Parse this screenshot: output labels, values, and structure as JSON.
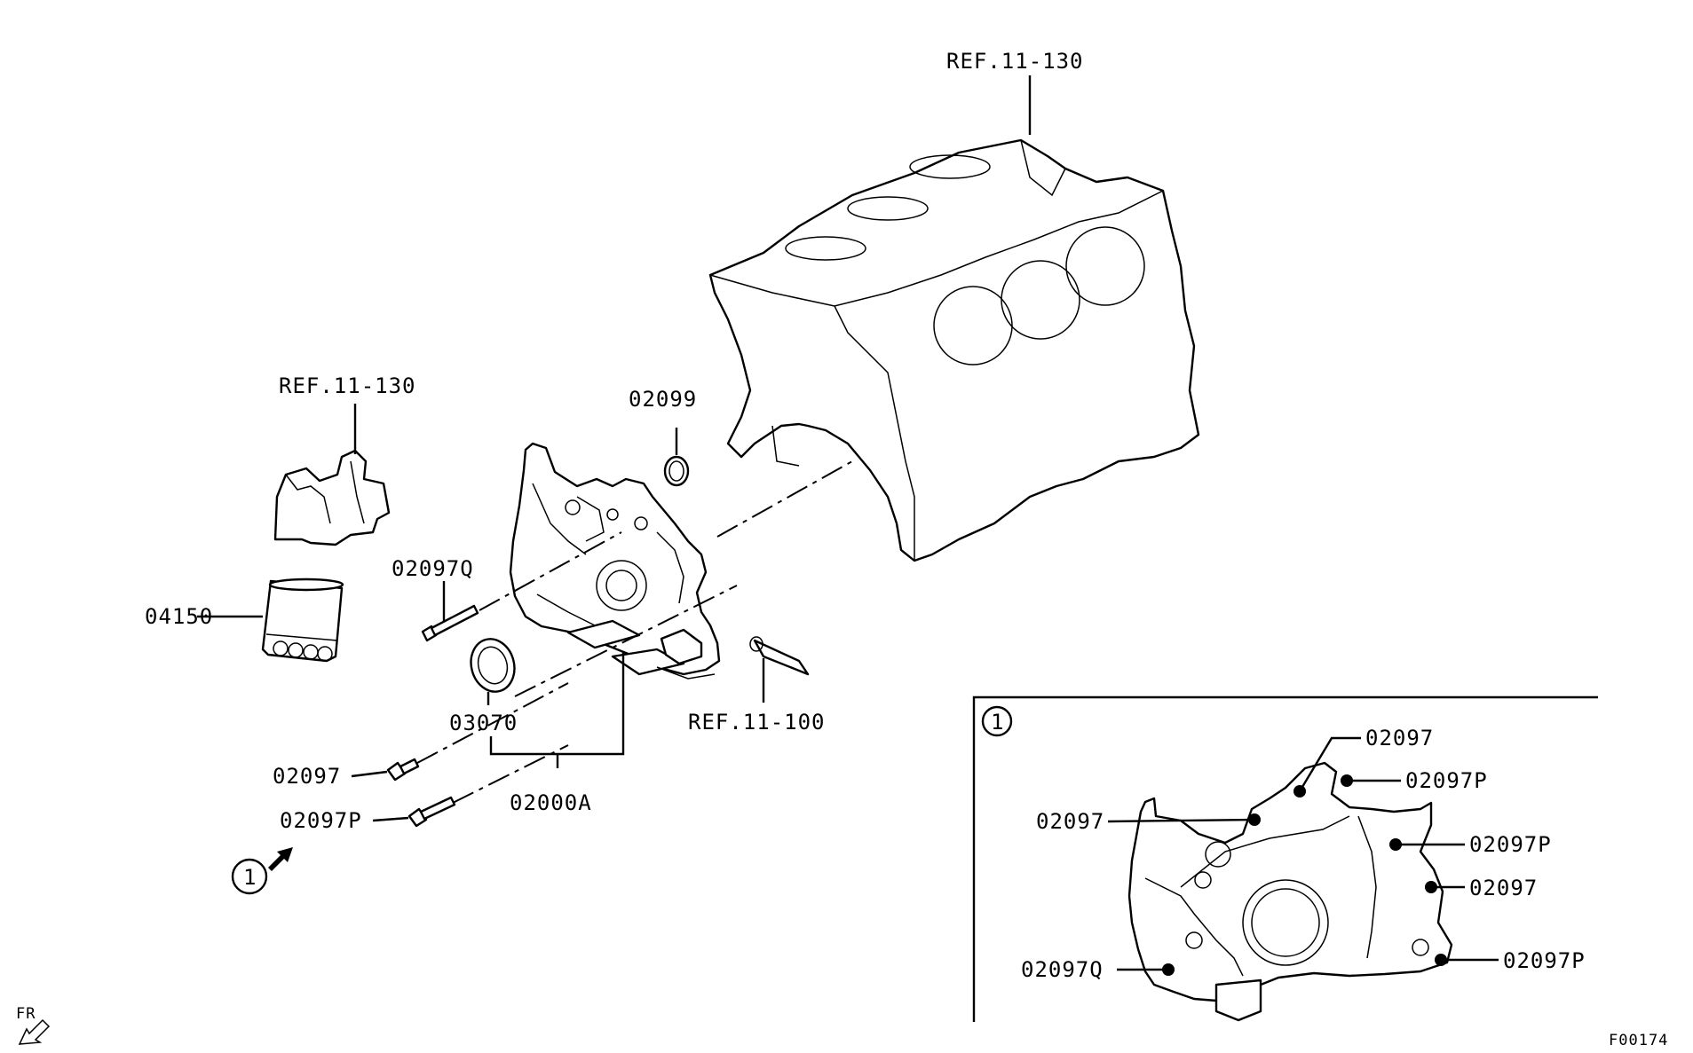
{
  "labels": {
    "ref_block": "REF.11-130",
    "ref_mount": "REF.11-130",
    "ref_cover": "REF.11-100",
    "oil_filter": "04150",
    "gasket_ring": "02099",
    "bolt_q": "02097Q",
    "oil_seal": "03070",
    "bolt": "02097",
    "bolt_p": "02097P",
    "oil_pump_assy": "02000A"
  },
  "detail": {
    "callout": "1",
    "items": [
      "02097",
      "02097P",
      "02097",
      "02097P",
      "02097",
      "02097Q",
      "02097P"
    ]
  },
  "view_marker": "1",
  "front_indicator": "FR",
  "figure_code": "F00174"
}
